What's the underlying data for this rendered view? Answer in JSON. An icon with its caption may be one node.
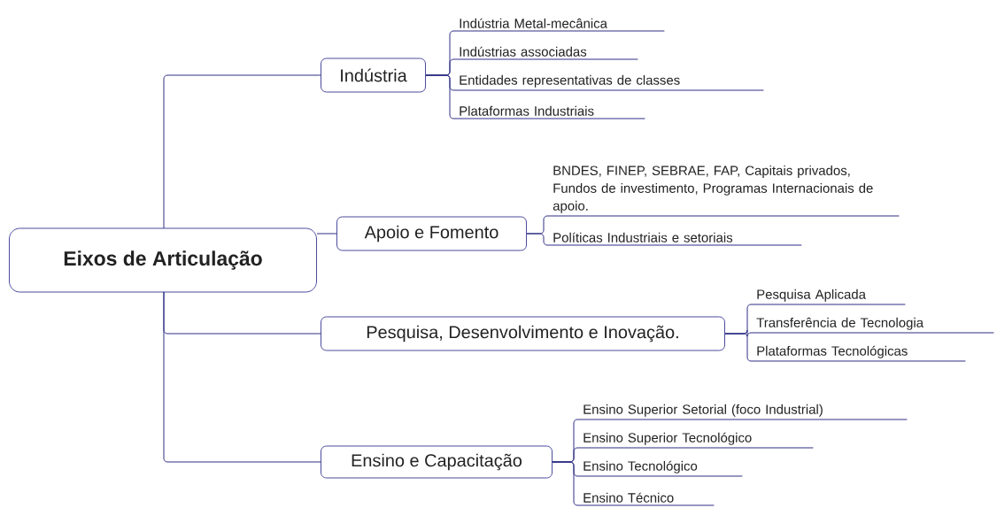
{
  "diagram": {
    "nodes": [
      {
        "text": [
          "Eixos de Articulação"
        ]
      },
      {
        "text": [
          "Indústria"
        ]
      },
      {
        "text": [
          "Indústria Metal-mecânica"
        ]
      },
      {
        "text": [
          "Indústrias associadas"
        ]
      },
      {
        "text": [
          "Entidades representativas de classes"
        ]
      },
      {
        "text": [
          "Plataformas Industriais"
        ]
      },
      {
        "text": [
          "Apoio e Fomento"
        ]
      },
      {
        "text": [
          "BNDES, FINEP, SEBRAE, FAP, Capitais privados, Fundos de investimento, Programas Internacionais de apoio."
        ]
      },
      {
        "text": [
          "Políticas Industriais e setoriais"
        ]
      },
      {
        "text": [
          "Pesquisa, Desenvolvimento e Inovação."
        ]
      },
      {
        "text": [
          "Pesquisa Aplicada"
        ]
      },
      {
        "text": [
          "Transferência de Tecnologia"
        ]
      },
      {
        "text": [
          "Plataformas Tecnológicas"
        ]
      },
      {
        "text": [
          "Ensino e Capacitação"
        ]
      },
      {
        "text": [
          "Ensino Superior Setorial (foco Industrial)"
        ]
      },
      {
        "text": [
          "Ensino Superior Tecnológico"
        ]
      },
      {
        "text": [
          "Ensino Tecnológico"
        ]
      },
      {
        "text": [
          "Ensino Técnico"
        ]
      }
    ],
    "edges": [
      {
        "from": 0,
        "to": 1,
        "arrow": "none"
      },
      {
        "from": 0,
        "to": 6,
        "arrow": "none"
      },
      {
        "from": 0,
        "to": 9,
        "arrow": "none"
      },
      {
        "from": 0,
        "to": 13,
        "arrow": "none"
      },
      {
        "from": 1,
        "to": 2,
        "arrow": "none"
      },
      {
        "from": 1,
        "to": 3,
        "arrow": "none"
      },
      {
        "from": 1,
        "to": 4,
        "arrow": "none"
      },
      {
        "from": 1,
        "to": 5,
        "arrow": "none"
      },
      {
        "from": 6,
        "to": 7,
        "arrow": "none"
      },
      {
        "from": 6,
        "to": 8,
        "arrow": "none"
      },
      {
        "from": 9,
        "to": 10,
        "arrow": "none"
      },
      {
        "from": 9,
        "to": 11,
        "arrow": "none"
      },
      {
        "from": 9,
        "to": 12,
        "arrow": "none"
      },
      {
        "from": 13,
        "to": 14,
        "arrow": "none"
      },
      {
        "from": 13,
        "to": 15,
        "arrow": "none"
      },
      {
        "from": 13,
        "to": 16,
        "arrow": "none"
      },
      {
        "from": 13,
        "to": 17,
        "arrow": "none"
      }
    ]
  }
}
